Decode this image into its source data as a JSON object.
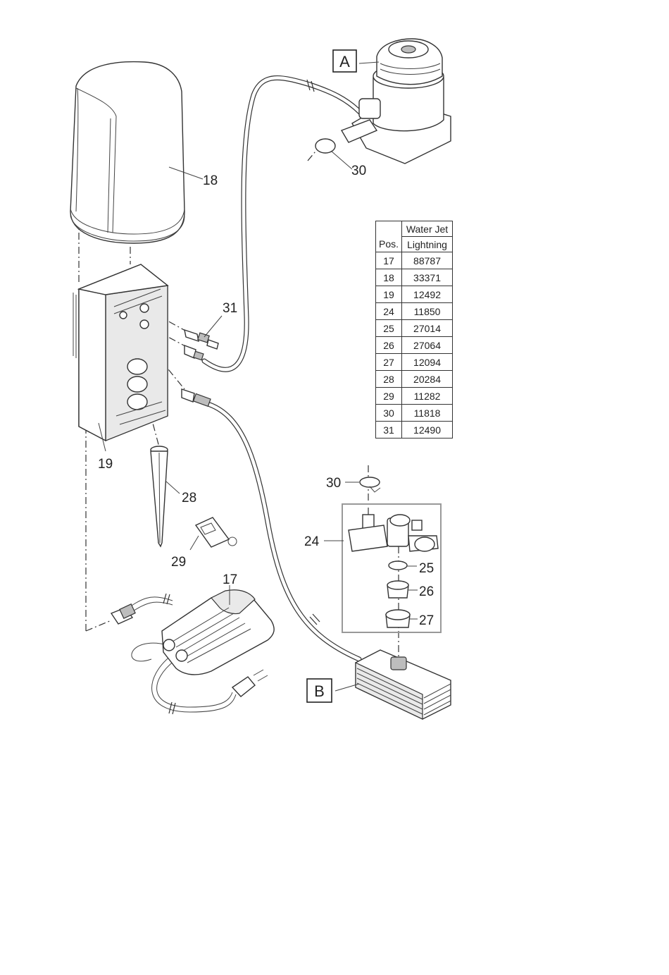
{
  "callouts": {
    "A": "A",
    "B": "B",
    "p17": "17",
    "p18": "18",
    "p19": "19",
    "p24": "24",
    "p25": "25",
    "p26": "26",
    "p27": "27",
    "p28": "28",
    "p29": "29",
    "p30a": "30",
    "p30b": "30",
    "p31": "31"
  },
  "table": {
    "header_pos": "Pos.",
    "header_product_line1": "Water Jet",
    "header_product_line2": "Lightning",
    "rows": [
      {
        "pos": "17",
        "num": "88787"
      },
      {
        "pos": "18",
        "num": "33371"
      },
      {
        "pos": "19",
        "num": "12492"
      },
      {
        "pos": "24",
        "num": "11850"
      },
      {
        "pos": "25",
        "num": "27014"
      },
      {
        "pos": "26",
        "num": "27064"
      },
      {
        "pos": "27",
        "num": "12094"
      },
      {
        "pos": "28",
        "num": "20284"
      },
      {
        "pos": "29",
        "num": "11282"
      },
      {
        "pos": "30",
        "num": "11818"
      },
      {
        "pos": "31",
        "num": "12490"
      }
    ]
  }
}
